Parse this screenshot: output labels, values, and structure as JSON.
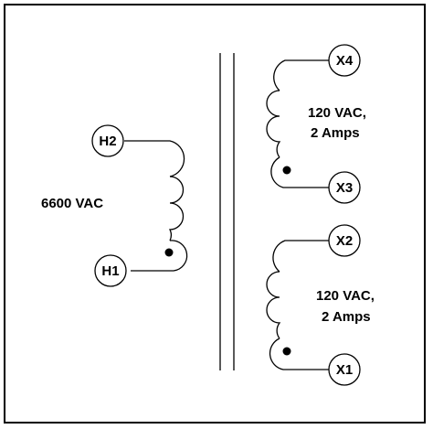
{
  "diagram": {
    "primary": {
      "voltage_label": "6600 VAC",
      "terminals": {
        "top": "H2",
        "bottom": "H1"
      }
    },
    "secondary_upper": {
      "rating_line1": "120 VAC,",
      "rating_line2": "2 Amps",
      "terminals": {
        "top": "X4",
        "bottom": "X3"
      }
    },
    "secondary_lower": {
      "rating_line1": "120 VAC,",
      "rating_line2": "2 Amps",
      "terminals": {
        "top": "X2",
        "bottom": "X1"
      }
    }
  }
}
